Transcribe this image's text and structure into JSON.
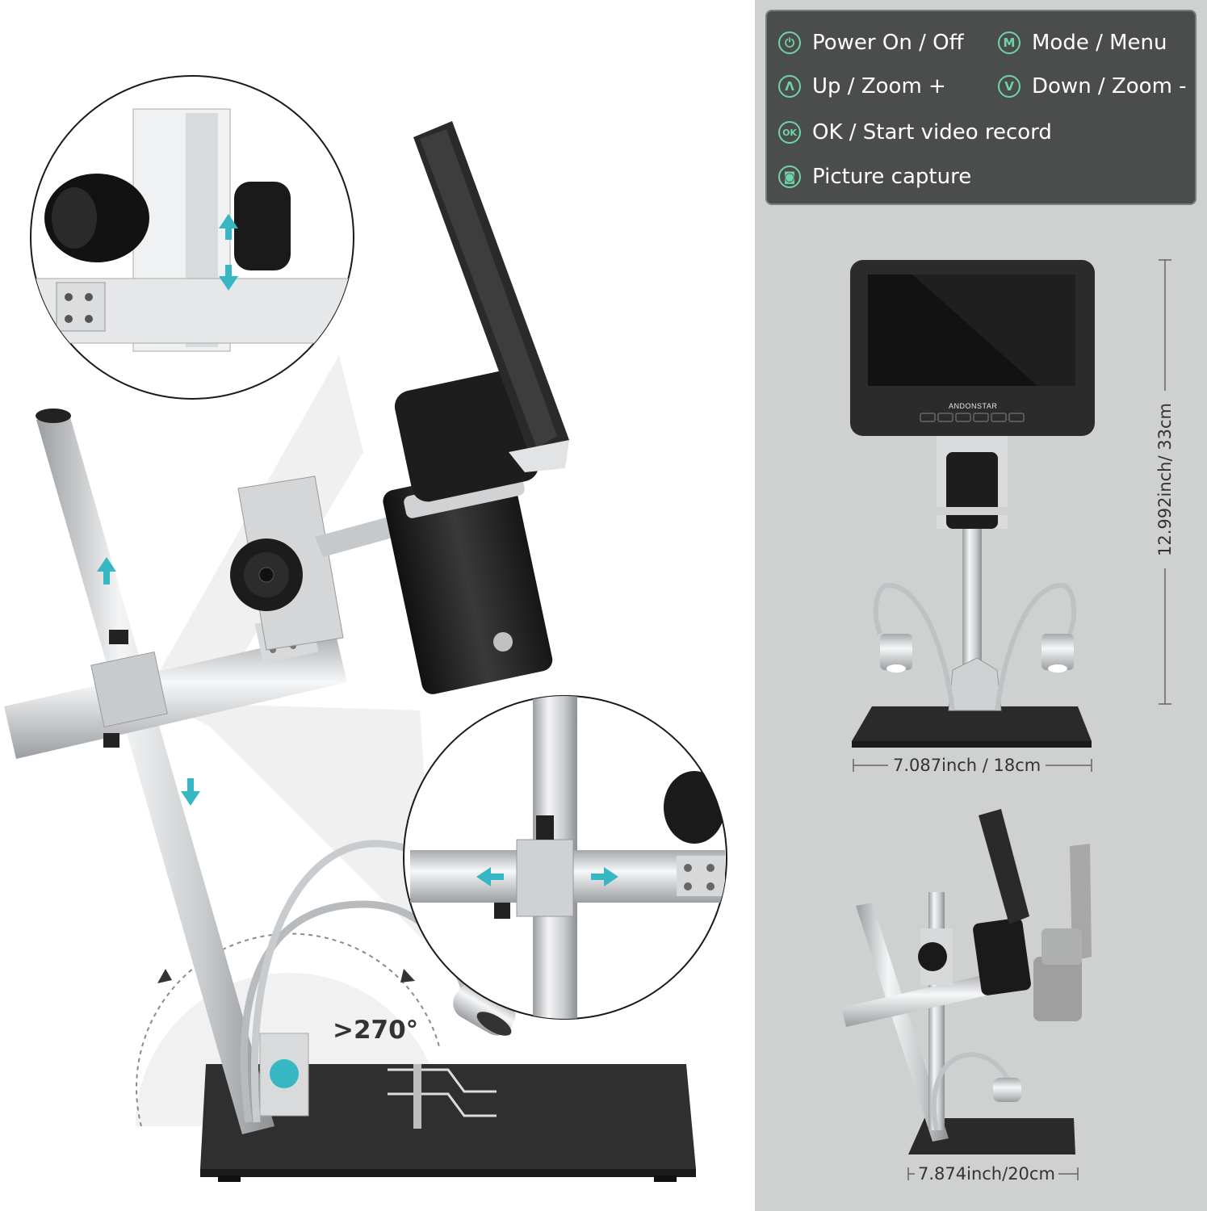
{
  "legend": {
    "items": [
      {
        "icon": "power-icon",
        "glyph": "⏻",
        "label": "Power On / Off"
      },
      {
        "icon": "mode-icon",
        "glyph": "M",
        "label": "Mode / Menu"
      },
      {
        "icon": "up-icon",
        "glyph": "Λ",
        "label": "Up / Zoom +"
      },
      {
        "icon": "down-icon",
        "glyph": "V",
        "label": "Down / Zoom -"
      },
      {
        "icon": "ok-icon",
        "glyph": "OK",
        "label": "OK / Start video record"
      },
      {
        "icon": "camera-icon",
        "glyph": "◙",
        "label": "Picture capture"
      }
    ],
    "icon_color": "#6fd3a7"
  },
  "brand": "ANDONSTAR",
  "dimensions": {
    "height": "12.992inch/ 33cm",
    "width_front": "7.087inch / 18cm",
    "width_side": "7.874inch/20cm"
  },
  "rotation": ">270°",
  "colors": {
    "accent": "#37b7c4",
    "panel_bg": "#cfd0d0",
    "legend_bg": "#4b4d4c"
  }
}
